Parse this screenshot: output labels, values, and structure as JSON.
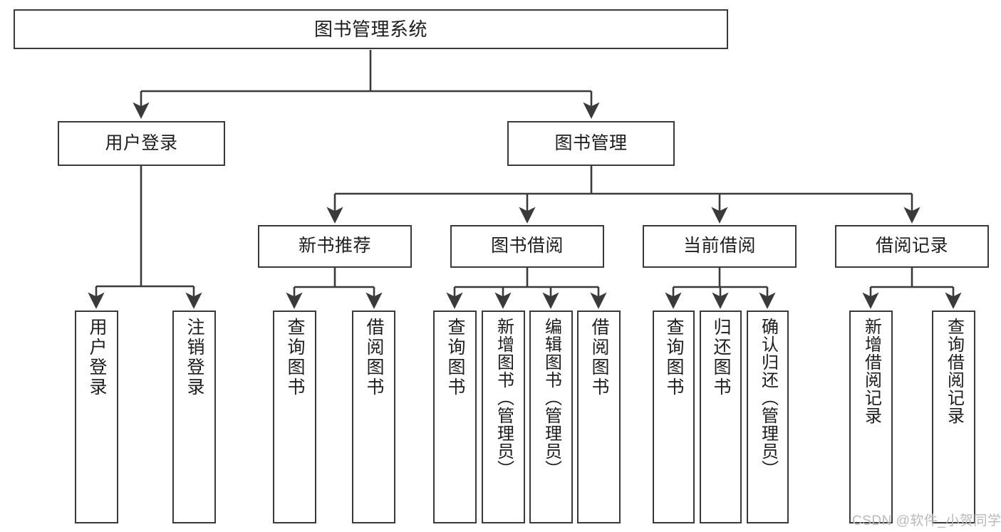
{
  "diagram": {
    "title": "图书管理系统",
    "type": "hierarchy-tree",
    "orientation": "top-down",
    "colors": {
      "border": "#3a3a3a",
      "background": "#ffffff",
      "text": "#1d1d1d",
      "edge": "#3a3a3a",
      "watermark": "#b9b9b9"
    },
    "nodes": {
      "root": {
        "label": "图书管理系统"
      },
      "level2": [
        {
          "label": "用户登录"
        },
        {
          "label": "图书管理"
        }
      ],
      "level3": [
        {
          "label": "新书推荐"
        },
        {
          "label": "图书借阅"
        },
        {
          "label": "当前借阅"
        },
        {
          "label": "借阅记录"
        }
      ],
      "leaves_user_login": [
        {
          "label": "用户登录"
        },
        {
          "label": "注销登录"
        }
      ],
      "leaves_new_book": [
        {
          "label": "查询图书"
        },
        {
          "label": "借阅图书"
        }
      ],
      "leaves_borrow": [
        {
          "label": "查询图书"
        },
        {
          "label": "新增图书（管理员）"
        },
        {
          "label": "编辑图书（管理员）"
        },
        {
          "label": "借阅图书"
        }
      ],
      "leaves_current": [
        {
          "label": "查询图书"
        },
        {
          "label": "归还图书"
        },
        {
          "label": "确认归还（管理员）"
        }
      ],
      "leaves_records": [
        {
          "label": "新增借阅记录"
        },
        {
          "label": "查询借阅记录"
        }
      ]
    },
    "watermark": "CSDN @软件_小贺同学"
  }
}
